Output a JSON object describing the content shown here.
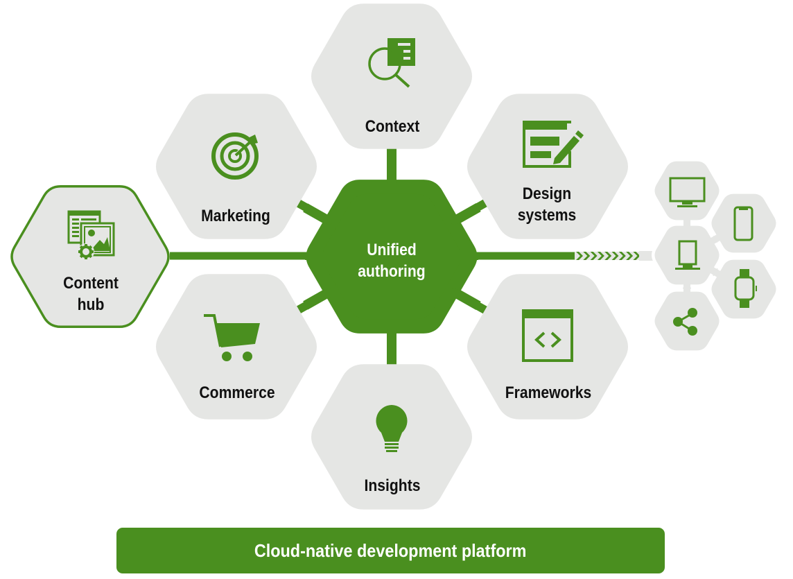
{
  "colors": {
    "accent": "#4a8f1f",
    "hex_fill": "#e5e6e4",
    "background": "#ffffff",
    "label_text": "#111111",
    "center_text": "#ffffff"
  },
  "center": {
    "label_line1": "Unified",
    "label_line2": "authoring"
  },
  "hexagons": [
    {
      "id": "context",
      "line1": "Context",
      "line2": "",
      "icon": "magnifier-document-icon"
    },
    {
      "id": "marketing",
      "line1": "Marketing",
      "line2": "",
      "icon": "target-arrow-icon"
    },
    {
      "id": "design-systems",
      "line1": "Design",
      "line2": "systems",
      "icon": "form-pencil-icon"
    },
    {
      "id": "commerce",
      "line1": "Commerce",
      "line2": "",
      "icon": "shopping-cart-icon"
    },
    {
      "id": "frameworks",
      "line1": "Frameworks",
      "line2": "",
      "icon": "code-window-icon"
    },
    {
      "id": "insights",
      "line1": "Insights",
      "line2": "",
      "icon": "lightbulb-icon"
    },
    {
      "id": "content-hub",
      "line1": "Content",
      "line2": "hub",
      "icon": "content-assets-icon",
      "highlighted": true
    }
  ],
  "channels": [
    {
      "id": "desktop",
      "icon": "monitor-icon"
    },
    {
      "id": "mobile",
      "icon": "smartphone-icon"
    },
    {
      "id": "kiosk",
      "icon": "kiosk-display-icon"
    },
    {
      "id": "wearable",
      "icon": "smartwatch-icon"
    },
    {
      "id": "social",
      "icon": "share-icon"
    }
  ],
  "platform": {
    "label": "Cloud-native development platform"
  }
}
